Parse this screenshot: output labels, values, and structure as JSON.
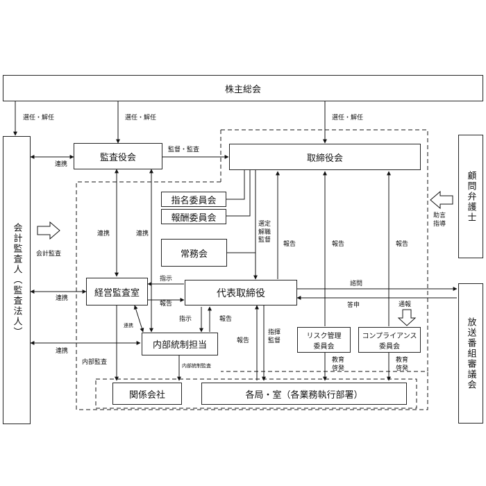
{
  "boxes": {
    "shareholders": "株主総会",
    "auditors": "監査役会",
    "board": "取締役会",
    "nomination": "指名委員会",
    "remuneration": "報酬委員会",
    "managing": "常務会",
    "accounting_auditor": "会計監査人（監査法人）",
    "advisor": "顧問弁護士",
    "broadcast_council": "放送番組審議会",
    "audit_office": "経営監査室",
    "president": "代表取締役",
    "internal_control": "内部統制担当",
    "risk_committee": "リスク管理\n委員会",
    "compliance_committee": "コンプライアンス\n委員会",
    "affiliates": "関係会社",
    "departments": "各局・室（各業務執行部署）"
  },
  "labels": {
    "elect1": "選任・解任",
    "elect2": "選任・解任",
    "elect3": "選任・解任",
    "supervise_audit": "監督・監査",
    "coop_top": "連携",
    "coop_audit_v": "連携",
    "coop_audit_v2": "連携",
    "coop_left_mid": "連携",
    "coop_left_low": "連携",
    "coop_small": "連携",
    "accounting_audit": "会計監査",
    "select_dismiss_supervise": "選定\n解職\n監督",
    "report_board1": "報告",
    "report_board2": "報告",
    "report_board3": "報告",
    "advice": "助言\n指導",
    "instruct1": "指示",
    "report_pres": "報告",
    "consult": "諮問",
    "reply": "答申",
    "notify": "通報",
    "instruct2": "指示",
    "report_ic": "報告",
    "report_dept": "報告",
    "command_supervise": "指揮\n監督",
    "educate1": "教育\n啓発",
    "educate2": "教育\n啓発",
    "internal_audit": "内部監査",
    "internal_control_audit": "内部統制監査"
  }
}
